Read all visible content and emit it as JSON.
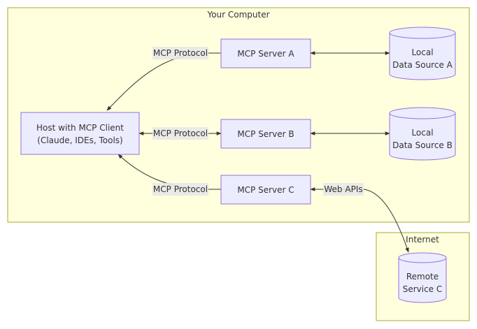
{
  "clusters": {
    "your_computer": "Your Computer",
    "internet": "Internet"
  },
  "nodes": {
    "host": [
      "Host with MCP Client",
      "(Claude, IDEs, Tools)"
    ],
    "server_a": "MCP Server A",
    "server_b": "MCP Server B",
    "server_c": "MCP Server C",
    "data_a": [
      "Local",
      "Data Source A"
    ],
    "data_b": [
      "Local",
      "Data Source B"
    ],
    "remote_c": [
      "Remote",
      "Service C"
    ]
  },
  "edge_labels": {
    "host_a": "MCP Protocol",
    "host_b": "MCP Protocol",
    "host_c": "MCP Protocol",
    "c_remote": "Web APIs"
  },
  "colors": {
    "cluster_fill": "#ffffde",
    "cluster_stroke": "#aaaa33",
    "node_fill": "#ececff",
    "node_stroke": "#9370db",
    "edge": "#333333"
  }
}
